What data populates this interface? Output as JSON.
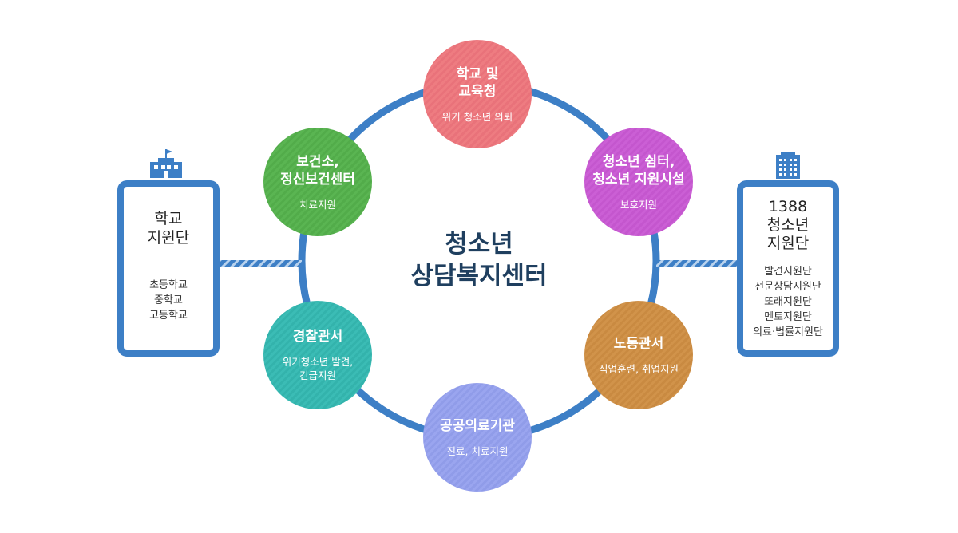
{
  "center": {
    "line1": "청소년",
    "line2": "상담복지센터"
  },
  "nodes": {
    "school": {
      "title": "학교 및\n교육청",
      "subtitle": "위기 청소년 의뢰"
    },
    "shelter": {
      "title": "청소년 쉼터,\n청소년 지원시설",
      "subtitle": "보호지원"
    },
    "labor": {
      "title": "노동관서",
      "subtitle": "직업훈련, 취업지원"
    },
    "medical": {
      "title": "공공의료기관",
      "subtitle": "진료, 치료지원"
    },
    "police": {
      "title": "경찰관서",
      "subtitle": "위기청소년 발견,\n긴급지원"
    },
    "health": {
      "title": "보건소,\n정신보건센터",
      "subtitle": "치료지원"
    }
  },
  "left_box": {
    "title": "학교\n지원단",
    "items": [
      "초등학교",
      "중학교",
      "고등학교"
    ]
  },
  "right_box": {
    "title": "1388\n청소년\n지원단",
    "items": [
      "발견지원단",
      "전문상담지원단",
      "또래지원단",
      "멘토지원단",
      "의료·법률지원단"
    ]
  },
  "colors": {
    "ring": "#3d7fc6",
    "center_text": "#1f3f5f",
    "school": "#ee7c81",
    "shelter": "#cb5fd5",
    "labor": "#d1934a",
    "medical": "#9aa5ef",
    "police": "#3bbcb5",
    "health": "#5ab552"
  },
  "icons": {
    "left": "school-building-icon",
    "right": "office-building-icon"
  }
}
